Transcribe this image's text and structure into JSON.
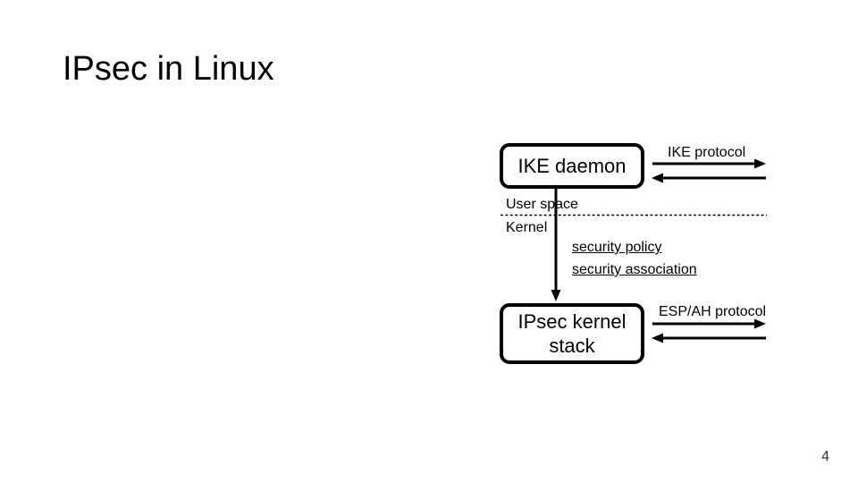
{
  "slide": {
    "title": "IPsec in Linux",
    "page_number": "4",
    "background_color": "#ffffff",
    "text_color": "#000000",
    "page_number_color": "#333333"
  },
  "diagram": {
    "ike_daemon": {
      "label": "IKE daemon"
    },
    "ipsec_kernel_stack": {
      "label": "IPsec kernel\nstack"
    },
    "labels": {
      "ike_protocol": "IKE protocol",
      "esp_ah_protocol": "ESP/AH protocol",
      "user_space": "User space",
      "kernel": "Kernel",
      "security_policy": "security policy",
      "security_association": "security association"
    },
    "line_color": "#000000"
  }
}
